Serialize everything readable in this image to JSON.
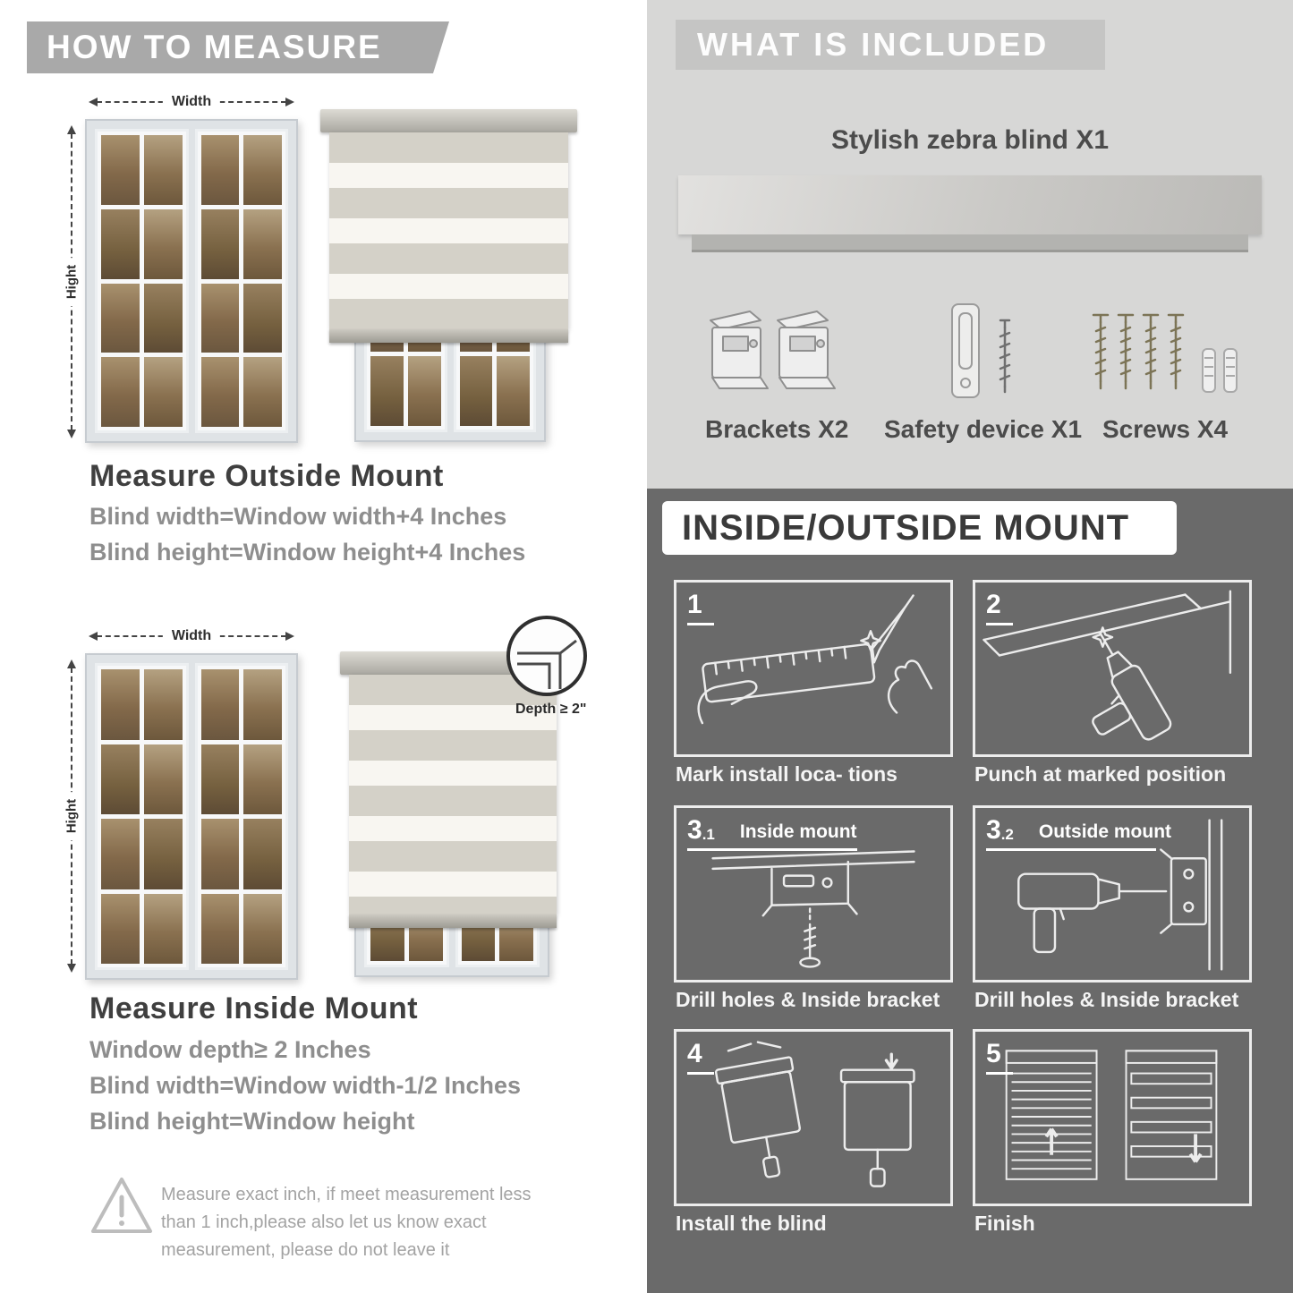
{
  "colors": {
    "banner_gray": "#a9a9a9",
    "panel_light": "#d7d7d6",
    "panel_dark": "#6a6a6a",
    "text_dark": "#3f3f3f",
    "text_gray": "#8e8e8e",
    "blind_stripe": "#d4d1c8"
  },
  "left": {
    "banner": "HOW TO MEASURE",
    "outside": {
      "width_label": "Width",
      "height_label": "Hight",
      "title": "Measure Outside Mount",
      "lines": [
        "Blind width=Window width+4 Inches",
        "Blind height=Window height+4 Inches"
      ]
    },
    "inside": {
      "width_label": "Width",
      "height_label": "Hight",
      "depth_callout": "Depth ≥ 2\"",
      "title": "Measure Inside Mount",
      "lines": [
        "Window depth≥ 2 Inches",
        "Blind width=Window width-1/2 Inches",
        "Blind height=Window height"
      ]
    },
    "warning_text": "Measure exact inch, if meet measurement less than 1 inch,please also let us know exact measurement, please do not leave it"
  },
  "right": {
    "included": {
      "banner": "WHAT IS INCLUDED",
      "product_label": "Stylish zebra blind X1",
      "item_labels": [
        "Brackets X2",
        "Safety device X1",
        "Screws X4"
      ]
    },
    "mount": {
      "banner": "INSIDE/OUTSIDE MOUNT",
      "steps": [
        {
          "num": "1",
          "sub": "",
          "label": "",
          "caption": "Mark install loca- tions"
        },
        {
          "num": "2",
          "sub": "",
          "label": "",
          "caption": "Punch at  marked position"
        },
        {
          "num": "3",
          "sub": ".1",
          "label": "Inside mount",
          "caption": "Drill holes &  Inside bracket"
        },
        {
          "num": "3",
          "sub": ".2",
          "label": "Outside mount",
          "caption": "Drill holes &  Inside bracket"
        },
        {
          "num": "4",
          "sub": "",
          "label": "",
          "caption": "Install the blind"
        },
        {
          "num": "5",
          "sub": "",
          "label": "",
          "caption": "Finish"
        }
      ]
    }
  }
}
